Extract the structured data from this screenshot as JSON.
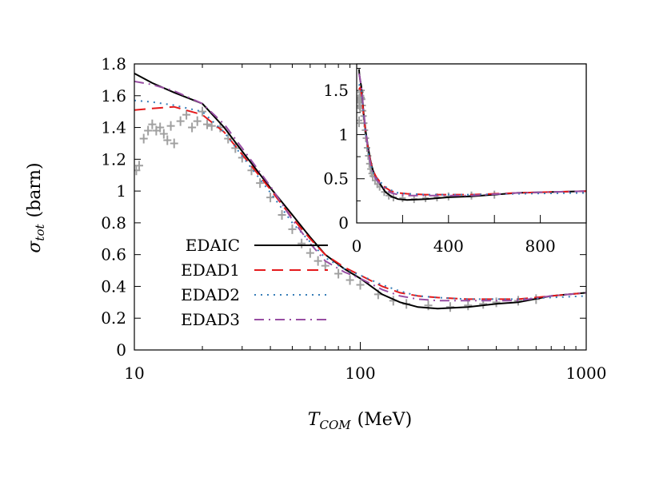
{
  "chart_data": [
    {
      "type": "line",
      "xlabel": "T_COM (MeV)",
      "xlabel_main": "T",
      "xlabel_sub": "COM",
      "xlabel_unit": "(MeV)",
      "ylabel_main": "σ",
      "ylabel_sub": "tot",
      "ylabel_unit": "(barn)",
      "x_scale": "log",
      "xlim": [
        10,
        1000
      ],
      "ylim": [
        0,
        1.8
      ],
      "x_ticks": [
        "10",
        "100",
        "1000"
      ],
      "y_ticks": [
        "0",
        "0.2",
        "0.4",
        "0.6",
        "0.8",
        "1",
        "1.2",
        "1.4",
        "1.6",
        "1.8"
      ],
      "legend_position": "bottom-left",
      "series": [
        {
          "name": "EDAIC",
          "color": "#000000",
          "style": "solid",
          "x": [
            10,
            12,
            15,
            20,
            25,
            30,
            40,
            50,
            60,
            70,
            85,
            100,
            125,
            150,
            180,
            220,
            300,
            400,
            500,
            700,
            1000
          ],
          "y": [
            1.74,
            1.68,
            1.62,
            1.55,
            1.4,
            1.25,
            1.02,
            0.85,
            0.71,
            0.6,
            0.51,
            0.45,
            0.35,
            0.3,
            0.27,
            0.26,
            0.27,
            0.29,
            0.3,
            0.34,
            0.36
          ]
        },
        {
          "name": "EDAD1",
          "color": "#e41a1c",
          "style": "dashed",
          "x": [
            10,
            12,
            15,
            20,
            25,
            30,
            40,
            50,
            60,
            70,
            85,
            100,
            125,
            150,
            180,
            220,
            300,
            400,
            500,
            700,
            1000
          ],
          "y": [
            1.51,
            1.52,
            1.53,
            1.48,
            1.37,
            1.23,
            1.01,
            0.83,
            0.7,
            0.6,
            0.52,
            0.47,
            0.4,
            0.36,
            0.34,
            0.33,
            0.32,
            0.32,
            0.32,
            0.34,
            0.36
          ]
        },
        {
          "name": "EDAD2",
          "color": "#377eb8",
          "style": "dotted",
          "x": [
            10,
            12,
            15,
            20,
            25,
            30,
            40,
            50,
            60,
            70,
            85,
            100,
            125,
            150,
            180,
            220,
            300,
            400,
            500,
            700,
            1000
          ],
          "y": [
            1.57,
            1.56,
            1.54,
            1.5,
            1.37,
            1.22,
            0.99,
            0.8,
            0.68,
            0.58,
            0.51,
            0.47,
            0.41,
            0.37,
            0.34,
            0.33,
            0.32,
            0.32,
            0.32,
            0.33,
            0.34
          ]
        },
        {
          "name": "EDAD3",
          "color": "#984ea3",
          "style": "dashdot",
          "x": [
            10,
            12,
            15,
            20,
            25,
            30,
            40,
            50,
            60,
            70,
            85,
            100,
            125,
            150,
            180,
            220,
            300,
            400,
            500,
            700,
            1000
          ],
          "y": [
            1.69,
            1.67,
            1.63,
            1.55,
            1.42,
            1.27,
            1.03,
            0.82,
            0.67,
            0.56,
            0.49,
            0.45,
            0.38,
            0.34,
            0.32,
            0.31,
            0.31,
            0.31,
            0.31,
            0.34,
            0.36
          ]
        }
      ],
      "experimental": {
        "color": "#a0a0a0",
        "x": [
          10.2,
          10.5,
          11,
          11.5,
          12,
          12.5,
          13,
          13.5,
          14,
          14.5,
          15,
          16,
          17,
          18,
          19,
          20,
          21,
          22,
          24,
          26,
          28,
          30,
          33,
          36,
          40,
          45,
          50,
          55,
          60,
          65,
          70,
          80,
          90,
          100,
          120,
          140,
          160,
          200,
          250,
          300,
          350,
          400,
          500,
          600
        ],
        "y": [
          1.13,
          1.16,
          1.33,
          1.38,
          1.42,
          1.38,
          1.4,
          1.36,
          1.32,
          1.41,
          1.3,
          1.44,
          1.48,
          1.4,
          1.44,
          1.5,
          1.42,
          1.41,
          1.4,
          1.33,
          1.27,
          1.21,
          1.13,
          1.05,
          0.96,
          0.85,
          0.76,
          0.67,
          0.61,
          0.56,
          0.53,
          0.48,
          0.44,
          0.41,
          0.35,
          0.31,
          0.29,
          0.28,
          0.27,
          0.28,
          0.29,
          0.3,
          0.31,
          0.32
        ]
      }
    },
    {
      "type": "line",
      "inset": true,
      "x_scale": "linear",
      "xlim": [
        0,
        1000
      ],
      "ylim": [
        0,
        1.8
      ],
      "x_ticks": [
        "0",
        "400",
        "800"
      ],
      "y_ticks": [
        "0",
        "0.5",
        "1",
        "1.5"
      ]
    }
  ]
}
